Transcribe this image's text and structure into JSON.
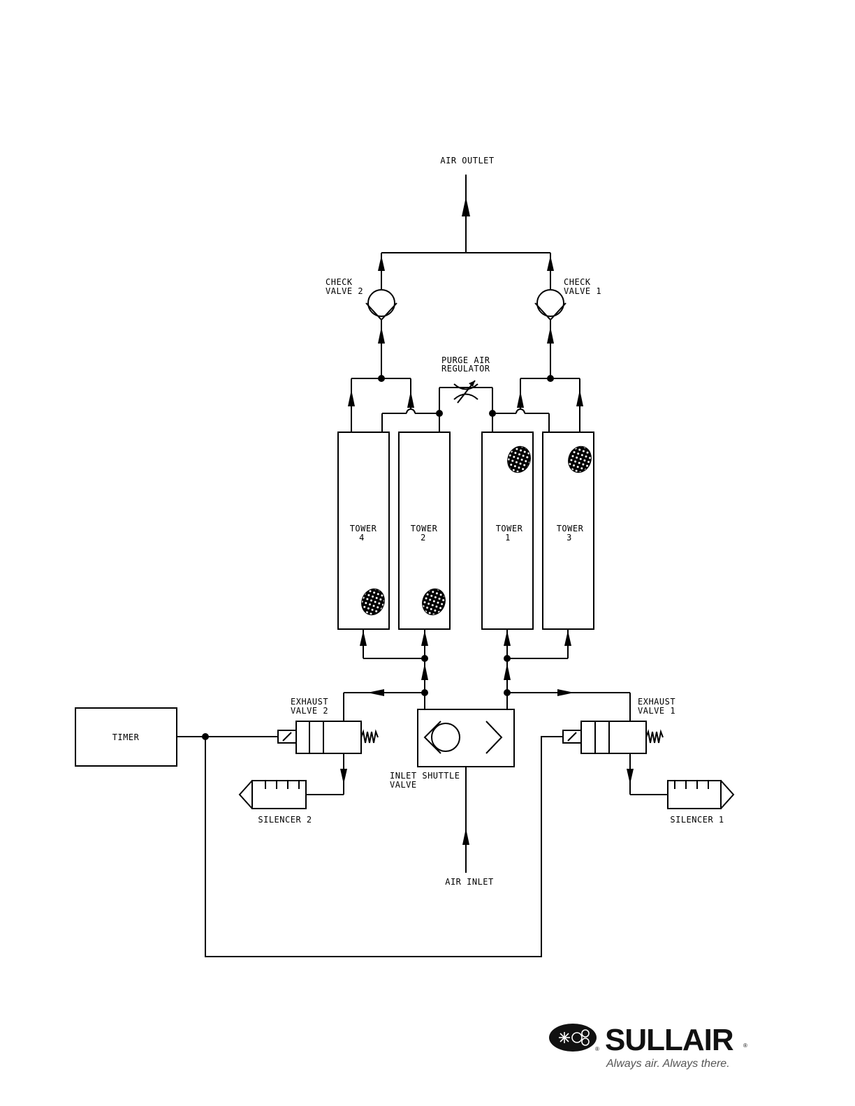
{
  "labels": {
    "air_outlet": "AIR OUTLET",
    "air_inlet": "AIR INLET",
    "check_valve_2": [
      "CHECK",
      "VALVE 2"
    ],
    "check_valve_1": [
      "CHECK",
      "VALVE 1"
    ],
    "purge_regulator": [
      "PURGE AIR",
      "REGULATOR"
    ],
    "tower_4": [
      "TOWER",
      "4"
    ],
    "tower_2": [
      "TOWER",
      "2"
    ],
    "tower_1": [
      "TOWER",
      "1"
    ],
    "tower_3": [
      "TOWER",
      "3"
    ],
    "exhaust_valve_2": [
      "EXHAUST",
      "VALVE 2"
    ],
    "exhaust_valve_1": [
      "EXHAUST",
      "VALVE 1"
    ],
    "timer": "TIMER",
    "inlet_shuttle": [
      "INLET SHUTTLE",
      "VALVE"
    ],
    "silencer_2": "SILENCER 2",
    "silencer_1": "SILENCER 1"
  },
  "logo": {
    "brand": "SULLAIR",
    "registered": "®",
    "tagline": "Always air. Always there."
  }
}
